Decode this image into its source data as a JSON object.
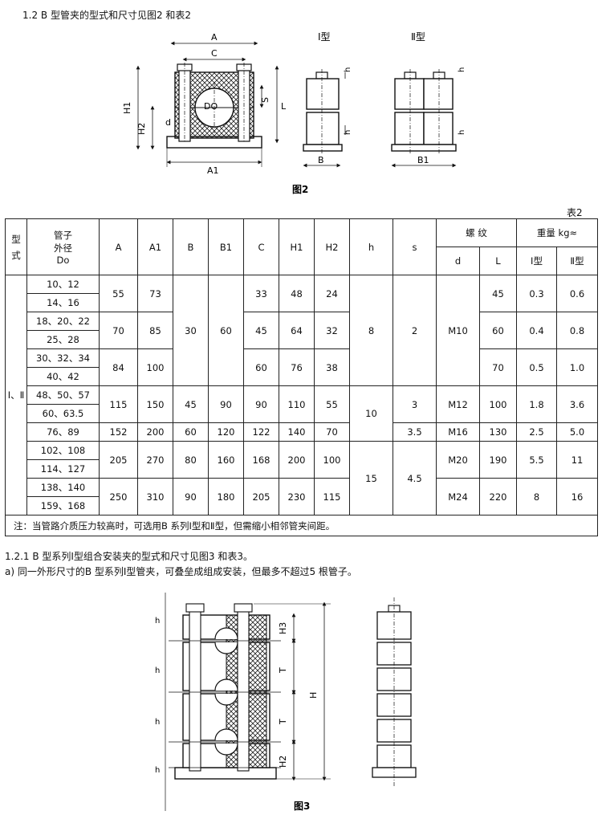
{
  "section_heading": "1.2 B 型管夹的型式和尺寸见图2 和表2",
  "figure2": {
    "caption": "图2",
    "type1_label": "Ⅰ型",
    "type2_label": "Ⅱ型",
    "dims": {
      "A": "A",
      "C": "C",
      "H1": "H1",
      "H2": "H2",
      "d": "d",
      "Do": "DO",
      "S": "S",
      "L": "L",
      "A1": "A1",
      "h": "h",
      "B": "B",
      "B1": "B1"
    }
  },
  "table2": {
    "title": "表2",
    "headers": {
      "type": "型式",
      "pipe_od": [
        "管子",
        "外径",
        "Do"
      ],
      "A": "A",
      "A1": "A1",
      "B": "B",
      "B1": "B1",
      "C": "C",
      "H1": "H1",
      "H2": "H2",
      "h": "h",
      "s": "s",
      "thread": "螺    纹",
      "d": "d",
      "L": "L",
      "weight": "重量 kg≈",
      "w1": "Ⅰ型",
      "w2": "Ⅱ型"
    },
    "type_value": "Ⅰ、Ⅱ",
    "do_values": [
      "10、12",
      "14、16",
      "18、20、22",
      "25、28",
      "30、32、34",
      "40、42",
      "48、50、57",
      "60、63.5",
      "76、89",
      "102、108",
      "114、127",
      "138、140",
      "159、168"
    ],
    "groups": [
      {
        "A": "55",
        "A1": "73",
        "C": "33",
        "H1": "48",
        "H2": "24",
        "L": "45",
        "w1": "0.3",
        "w2": "0.6"
      },
      {
        "A": "70",
        "A1": "85",
        "C": "45",
        "H1": "64",
        "H2": "32",
        "L": "60",
        "w1": "0.4",
        "w2": "0.8"
      },
      {
        "A": "84",
        "A1": "100",
        "C": "60",
        "H1": "76",
        "H2": "38",
        "L": "70",
        "w1": "0.5",
        "w2": "1.0"
      },
      {
        "A": "115",
        "A1": "150",
        "B": "45",
        "B1": "90",
        "C": "90",
        "H1": "110",
        "H2": "55",
        "s": "3",
        "d": "M12",
        "L": "100",
        "w1": "1.8",
        "w2": "3.6"
      },
      {
        "A": "152",
        "A1": "200",
        "B": "60",
        "B1": "120",
        "C": "122",
        "H1": "140",
        "H2": "70",
        "s": "3.5",
        "d": "M16",
        "L": "130",
        "w1": "2.5",
        "w2": "5.0"
      },
      {
        "A": "205",
        "A1": "270",
        "B": "80",
        "B1": "160",
        "C": "168",
        "H1": "200",
        "H2": "100",
        "d": "M20",
        "L": "190",
        "w1": "5.5",
        "w2": "11"
      },
      {
        "A": "250",
        "A1": "310",
        "B": "90",
        "B1": "180",
        "C": "205",
        "H1": "230",
        "H2": "115",
        "d": "M24",
        "L": "220",
        "w1": "8",
        "w2": "16"
      }
    ],
    "shared": {
      "B_first": "30",
      "B1_first": "60",
      "h_first": "8",
      "h_second": "10",
      "h_third": "15",
      "s_first": "2",
      "s_third": "4.5",
      "d_first": "M10"
    },
    "note": "注：当管路介质压力较高时，可选用B 系列Ⅰ型和Ⅱ型，但需缩小相邻管夹间距。"
  },
  "para1": "1.2.1 B 型系列Ⅰ型组合安装夹的型式和尺寸见图3 和表3。",
  "para2": "a) 同一外形尺寸的B 型系列Ⅰ型管夹，可叠垒成组成安装，但最多不超过5 根管子。",
  "figure3": {
    "caption": "图3",
    "dims": {
      "h": "h",
      "H3": "H3",
      "T": "T",
      "H": "H",
      "H2": "H2"
    }
  }
}
